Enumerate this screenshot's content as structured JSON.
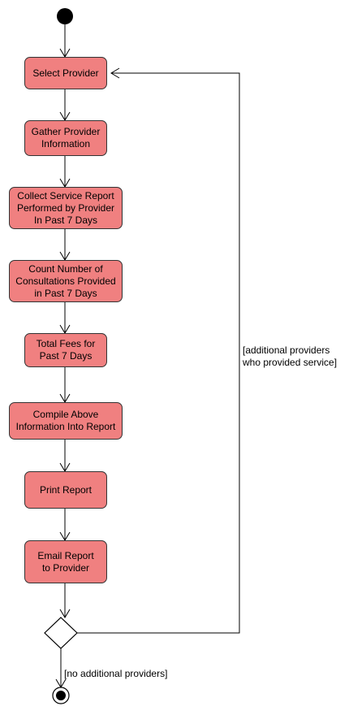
{
  "diagram": {
    "activities": [
      {
        "id": "select_provider",
        "label": "Select Provider"
      },
      {
        "id": "gather_info",
        "label": "Gather Provider\nInformation"
      },
      {
        "id": "collect_report",
        "label": "Collect Service Report\nPerformed by Provider\nIn Past 7 Days"
      },
      {
        "id": "count_consultations",
        "label": "Count Number of\nConsultations Provided\nin Past 7 Days"
      },
      {
        "id": "total_fees",
        "label": "Total Fees for\nPast 7 Days"
      },
      {
        "id": "compile_report",
        "label": "Compile Above\nInformation Into Report"
      },
      {
        "id": "print_report",
        "label": "Print Report"
      },
      {
        "id": "email_report",
        "label": "Email Report\nto Provider"
      }
    ],
    "guards": {
      "loop": "[additional providers\nwho provided service]",
      "exit": "[no additional providers]"
    },
    "colors": {
      "activity_fill": "#f08080",
      "stroke": "#000000"
    }
  }
}
